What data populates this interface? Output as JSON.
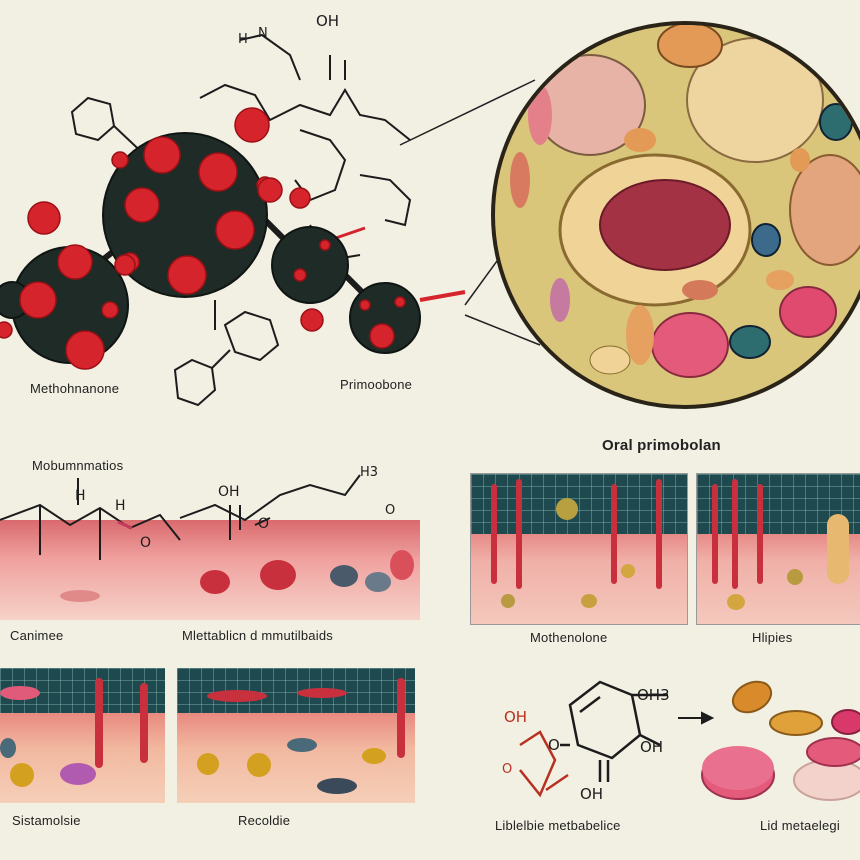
{
  "labels": {
    "molecule_left": "Methohnanone",
    "molecule_right": "Primoobone",
    "section_title": "Oral primobolan",
    "chain_title": "Mobumnmatios",
    "tissue_left": "Canimee",
    "tissue_middle": "Mlettablicn d mmutilbaids",
    "tissue_grid_1": "Mothenolone",
    "tissue_grid_2": "Hlipies",
    "bottom_1": "Sistamolsie",
    "bottom_2": "Recoldie",
    "bottom_3": "Liblelbie metbabelice",
    "bottom_4": "Lid metaelegi"
  },
  "chem_text": {
    "top_oh": "OH",
    "top_h": "H",
    "top_n": "N",
    "chain_oh": "OH",
    "chain_h3": "H3",
    "chain_h1": "H",
    "chain_h2": "H",
    "chain_o1": "O",
    "chain_o2": "O",
    "ring_oh_top": "OH3",
    "ring_oh_mid": "OH",
    "ring_oh_bottom": "OH",
    "ring_o_left": "O",
    "ring_oh_red": "OH",
    "ring_o_red": "O"
  },
  "colors": {
    "background": "#f2efe3",
    "sphere_dark": "#1f2b27",
    "sphere_dots": "#d5242b",
    "cell_background": "#d9c67b",
    "tissue_pink": "#ea9a94",
    "grid_teal": "#1e4a4f",
    "pill_orange": "#e0a03a",
    "pill_pink": "#e35a7a"
  }
}
